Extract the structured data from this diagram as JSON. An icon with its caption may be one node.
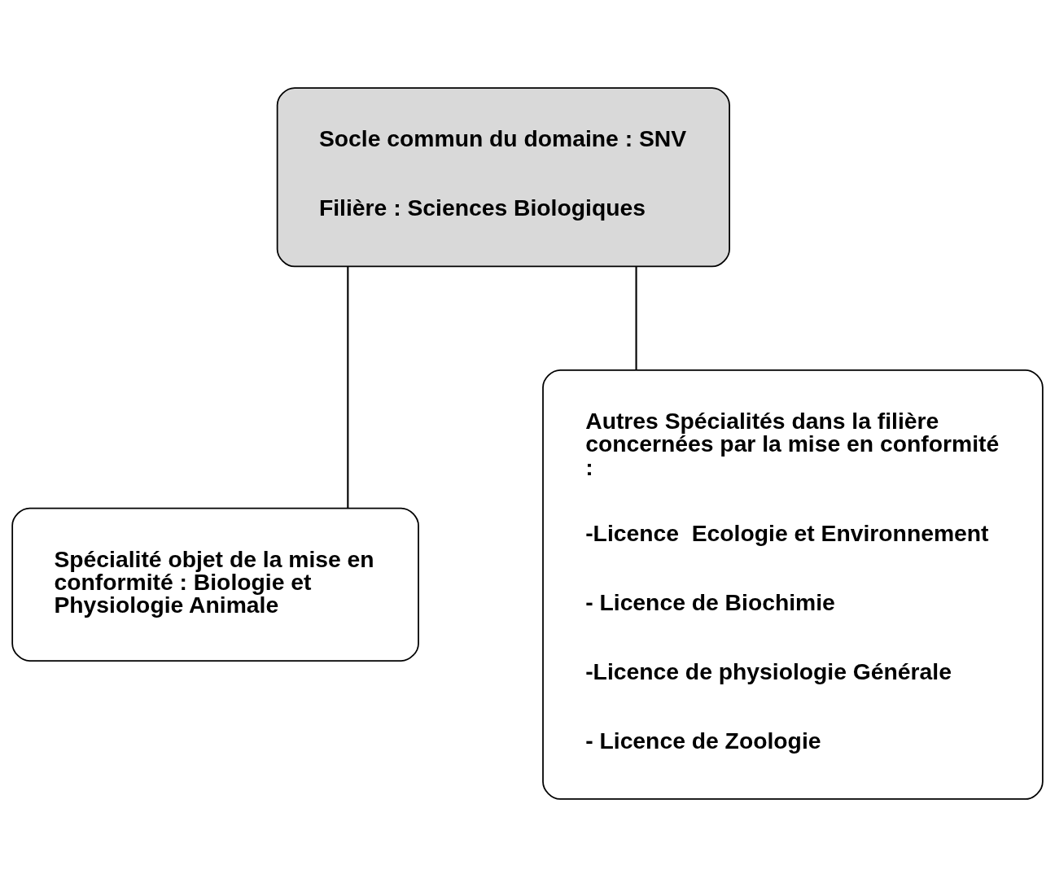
{
  "diagram": {
    "nodes": [
      {
        "text": [
          "Socle commun du domaine : SNV",
          "Filière : Sciences Biologiques"
        ]
      },
      {
        "text": [
          "Spécialité objet de la mise en conformité : Biologie et Physiologie Animale"
        ]
      },
      {
        "text": [
          "Autres Spécialités dans la filière concernées par la mise en conformité :",
          "-Licence  Ecologie et Environnement",
          "- Licence de Biochimie",
          "-Licence de physiologie Générale",
          "- Licence de Zoologie"
        ]
      }
    ],
    "edges": [
      {
        "from": 0,
        "to": 1,
        "arrow": "none"
      },
      {
        "from": 0,
        "to": 2,
        "arrow": "none"
      }
    ]
  }
}
